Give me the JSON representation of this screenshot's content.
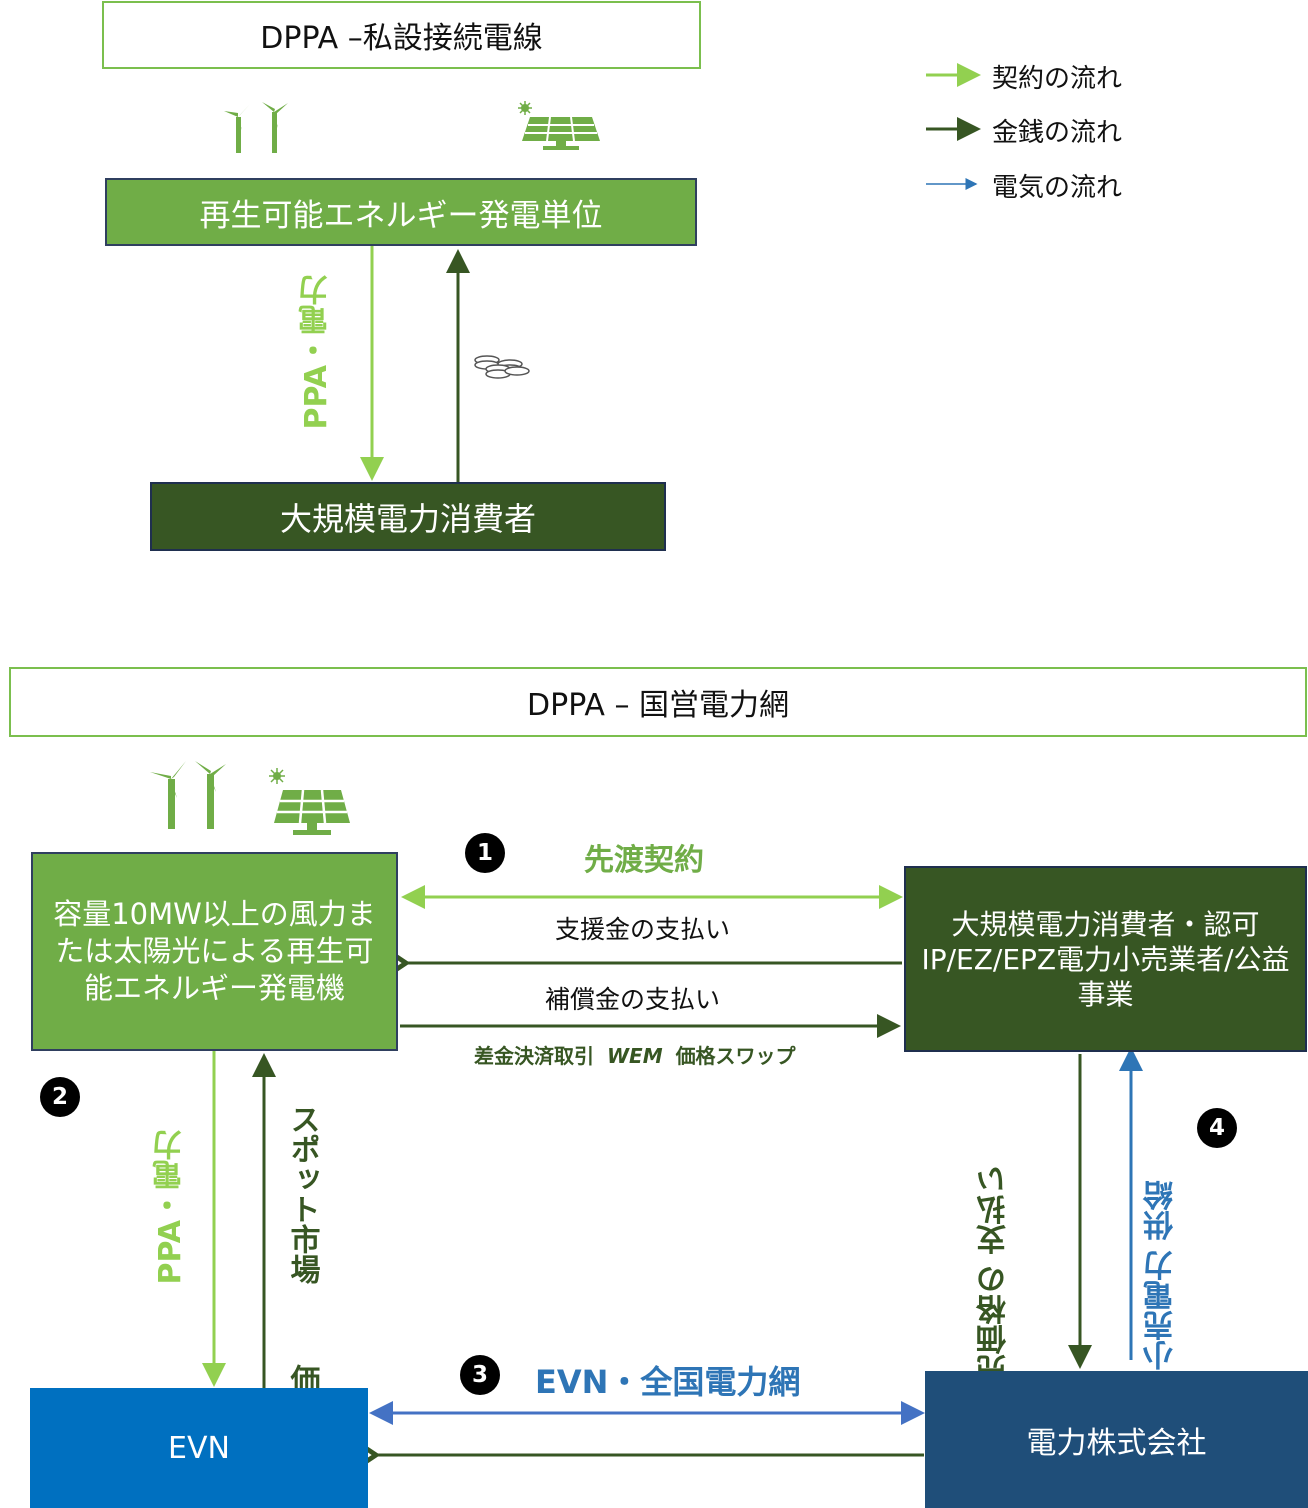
{
  "top": {
    "title": "DPPA –私設接続電線",
    "generator": "再生可能エネルギー発電単位",
    "consumer": "大規模電力消費者",
    "arrow_label": "PPA・電力"
  },
  "legend": {
    "contract": "契約の流れ",
    "money": "金銭の流れ",
    "electricity": "電気の流れ"
  },
  "bottom": {
    "title": "DPPA – 国営電力網",
    "generator": "容量10MW以上の風力または太陽光による再生可能エネルギー発電機",
    "consumer": "大規模電力消費者・認可IP/EZ/EPZ電力小売業者/公益事業",
    "evn": "EVN",
    "power_corp": "電力株式会社",
    "forward_contract": "先渡契約",
    "support_payment": "支援金の支払い",
    "compensation_payment": "補償金の支払い",
    "cfd": "差金決済取引",
    "wem": "WEM",
    "price_swap": "価格スワップ",
    "ppa_power": "PPA・電力",
    "spot_price_1": "スポット市場",
    "spot_price_2": "価格",
    "evn_grid": "EVN・全国電力網",
    "retail_payment_1": "小売価格の",
    "retail_payment_2": "支払い",
    "retail_supply_1": "小売電力",
    "retail_supply_2": "供給",
    "n1": "1",
    "n2": "2",
    "n3": "3",
    "n4": "4"
  },
  "colors": {
    "contract": "#92d050",
    "money": "#375623",
    "electricity": "#2e75b6",
    "generator_box": "#70ad47",
    "evn_box": "#0070c0",
    "power_corp_box": "#1f4e79"
  },
  "icons": [
    "wind-turbine-icon",
    "solar-panel-icon",
    "coins-icon"
  ]
}
